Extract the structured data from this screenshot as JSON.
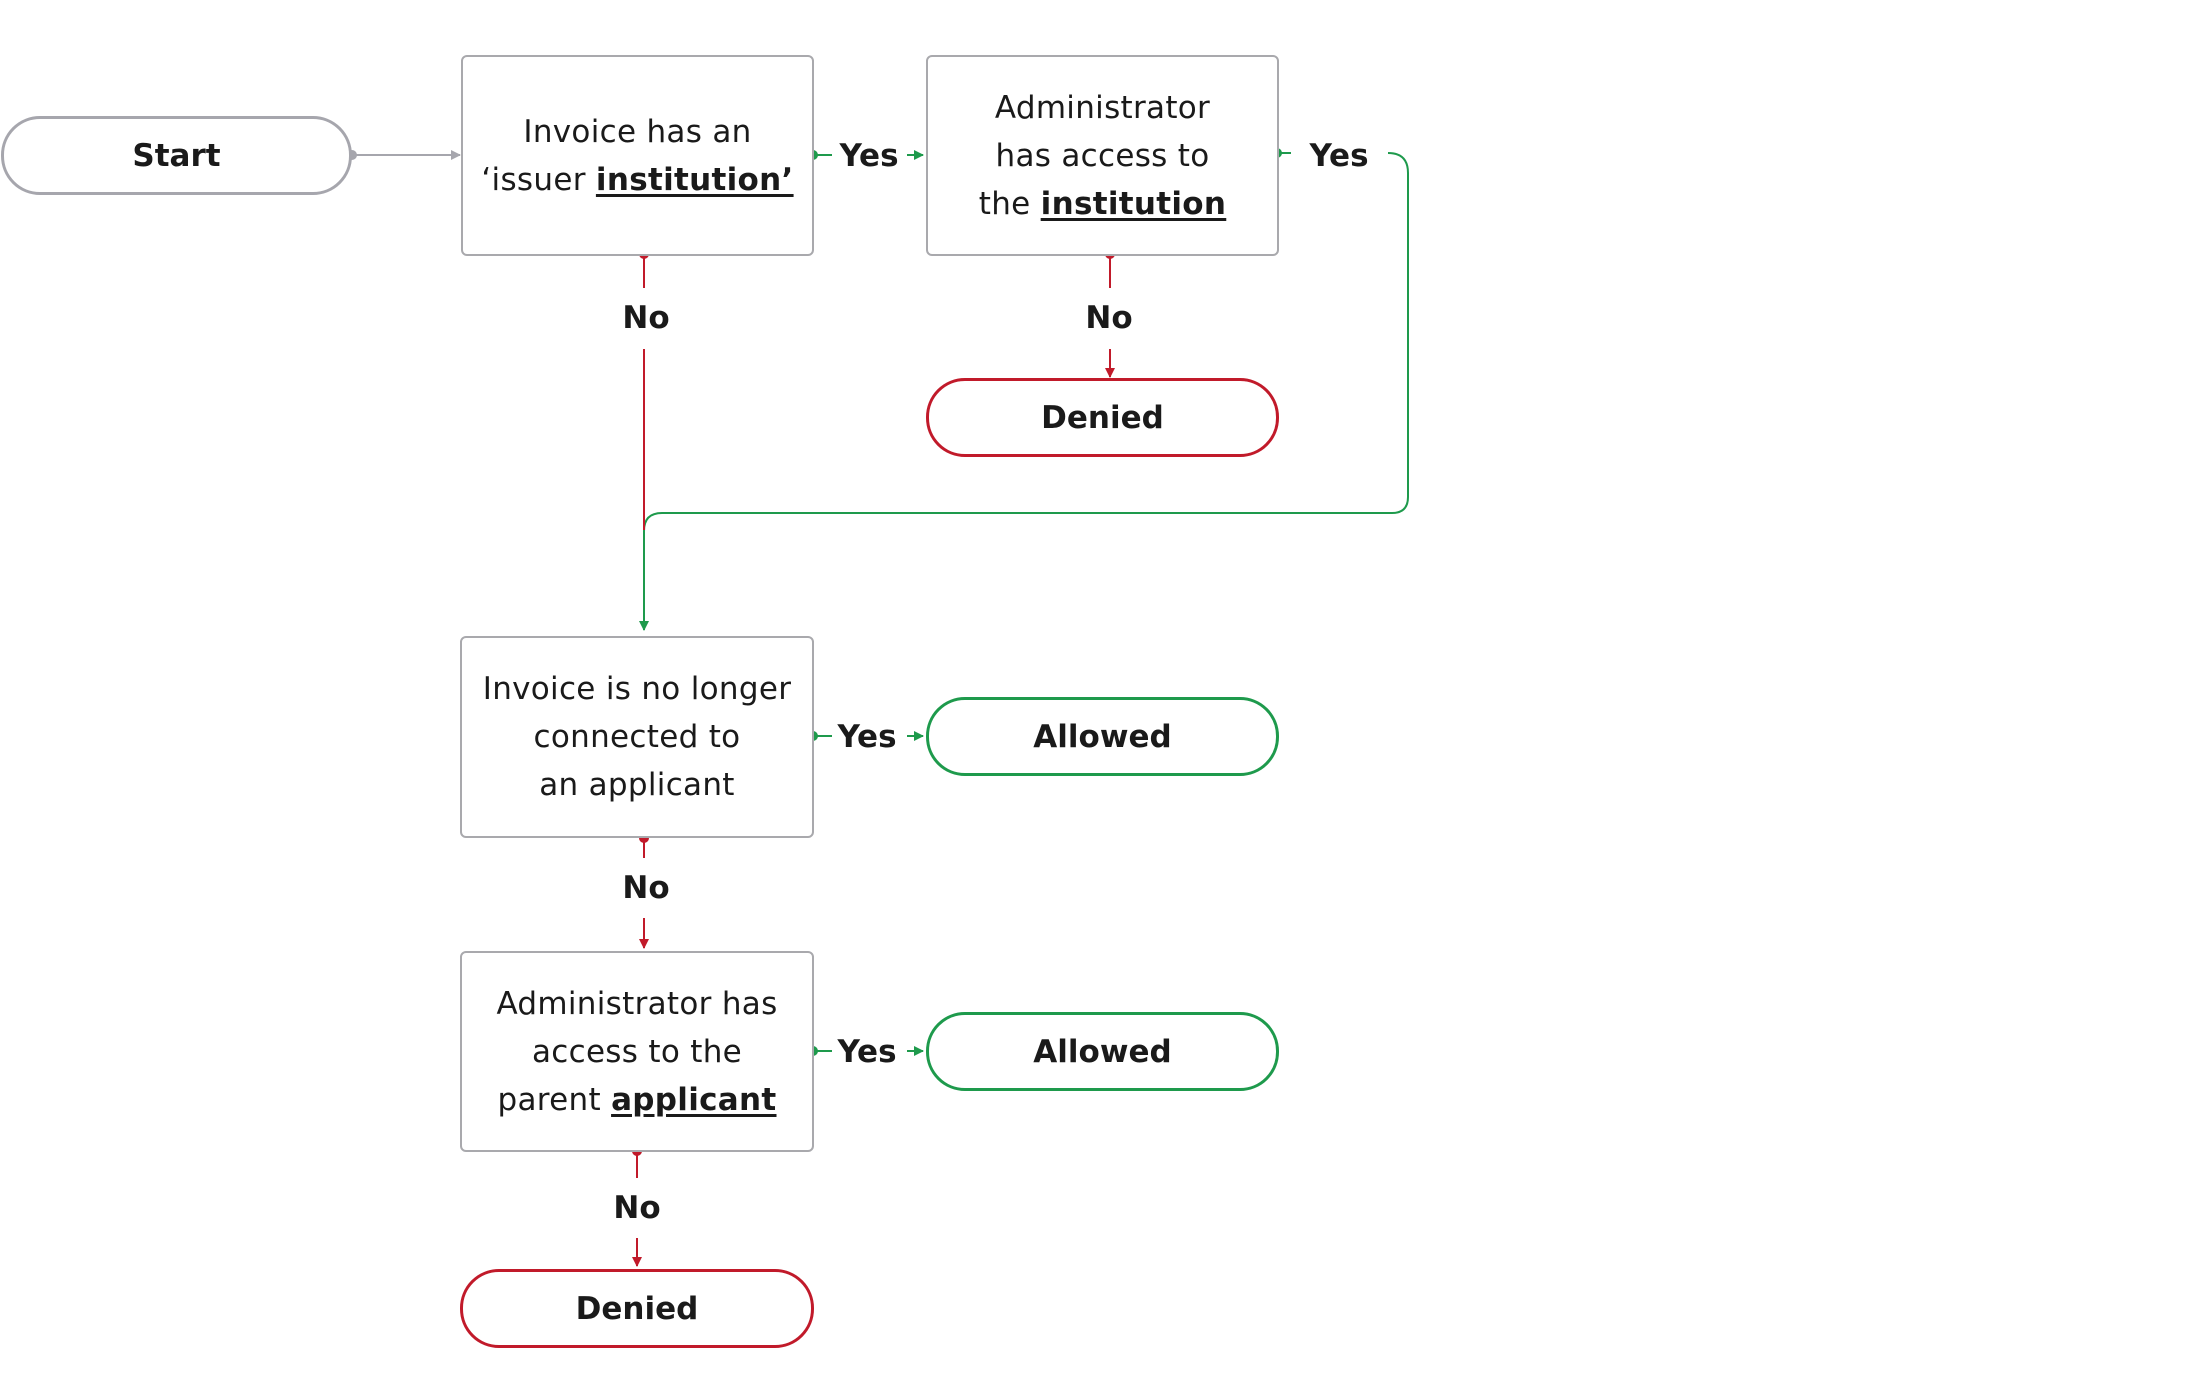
{
  "nodes": {
    "start": "Start",
    "q1": {
      "line1": "Invoice has an",
      "line2_pre": "‘issuer ",
      "line2_u": "institution’"
    },
    "q2": {
      "line1": "Administrator",
      "line2": "has access to",
      "line3_pre": "the ",
      "line3_u": "institution"
    },
    "q3": {
      "line1": "Invoice is no longer",
      "line2": "connected to",
      "line3": "an applicant"
    },
    "q4": {
      "line1": "Administrator has",
      "line2": "access to the",
      "line3_pre": "parent ",
      "line3_u": "applicant"
    },
    "denied_top": "Denied",
    "allowed_mid": "Allowed",
    "allowed_low": "Allowed",
    "denied_bottom": "Denied"
  },
  "labels": {
    "yes": "Yes",
    "no": "No"
  },
  "colors": {
    "neutral": "#a6a6ad",
    "yes": "#1e9a4c",
    "no": "#c11a2a"
  }
}
